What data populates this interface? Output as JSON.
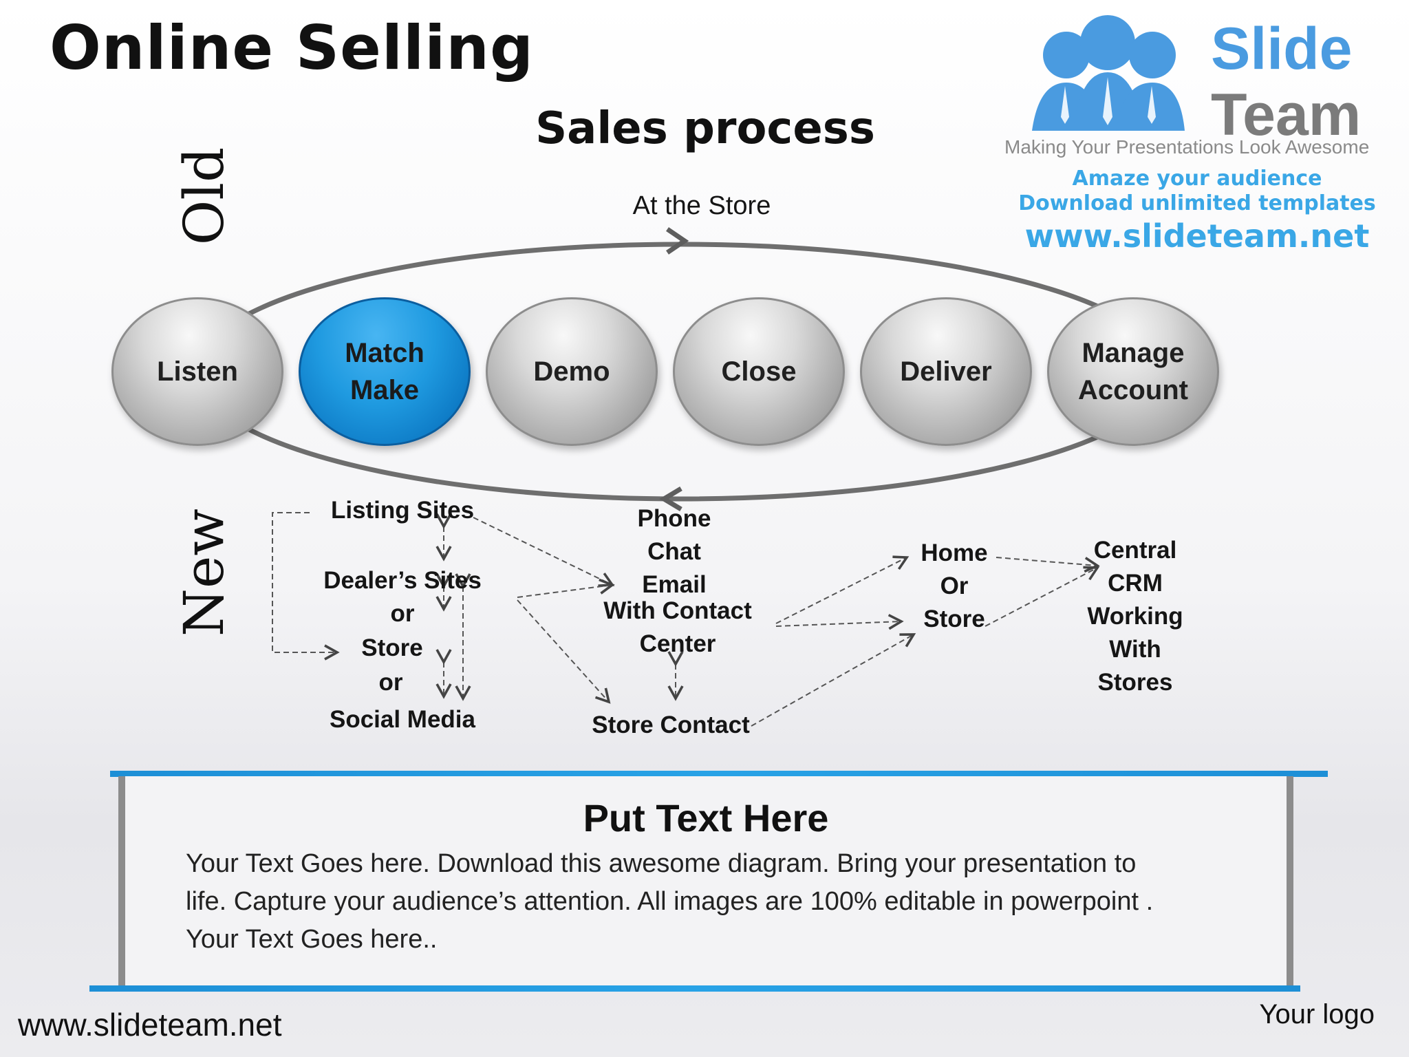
{
  "title": "Online Selling",
  "subtitle": "Sales process",
  "old_label": "Old",
  "new_label": "New",
  "cycle_label": "At the Store",
  "steps": [
    {
      "line1": "Listen",
      "line2": ""
    },
    {
      "line1": "Match",
      "line2": "Make"
    },
    {
      "line1": "Demo",
      "line2": ""
    },
    {
      "line1": "Close",
      "line2": ""
    },
    {
      "line1": "Deliver",
      "line2": ""
    },
    {
      "line1": "Manage",
      "line2": "Account"
    }
  ],
  "new_flow": {
    "listing_sites": "Listing Sites",
    "dealers_sites": "Dealer’s Sites",
    "or1": "or",
    "store": "Store",
    "or2": "or",
    "social_media": "Social Media",
    "phone": "Phone",
    "chat": "Chat",
    "email": "Email",
    "with_contact": "With Contact",
    "center": "Center",
    "store_contact": "Store Contact",
    "home": "Home",
    "or3": "Or",
    "store2": "Store",
    "central": "Central",
    "crm": "CRM",
    "working": "Working",
    "with": "With",
    "stores": "Stores"
  },
  "logo": {
    "slide": "Slide",
    "team": "Team",
    "tagline": "Making Your Presentations Look Awesome",
    "promo1": "Amaze your audience",
    "promo2": "Download unlimited templates",
    "promo_url": "www.slideteam.net"
  },
  "textbox": {
    "heading": "Put Text Here",
    "line1": "Your Text Goes here. Download this awesome diagram. Bring your presentation to",
    "line2": "life. Capture your audience’s attention. All images are 100% editable in powerpoint .",
    "line3": "Your Text Goes here.."
  },
  "footer": {
    "url": "www.slideteam.net",
    "your_logo": "Your logo"
  },
  "colors": {
    "accent_blue": "#1f9ae0",
    "ball_grey": "#a6a6a6",
    "logo_blue": "#4a9be0",
    "promo_blue": "#3aa7e6"
  }
}
